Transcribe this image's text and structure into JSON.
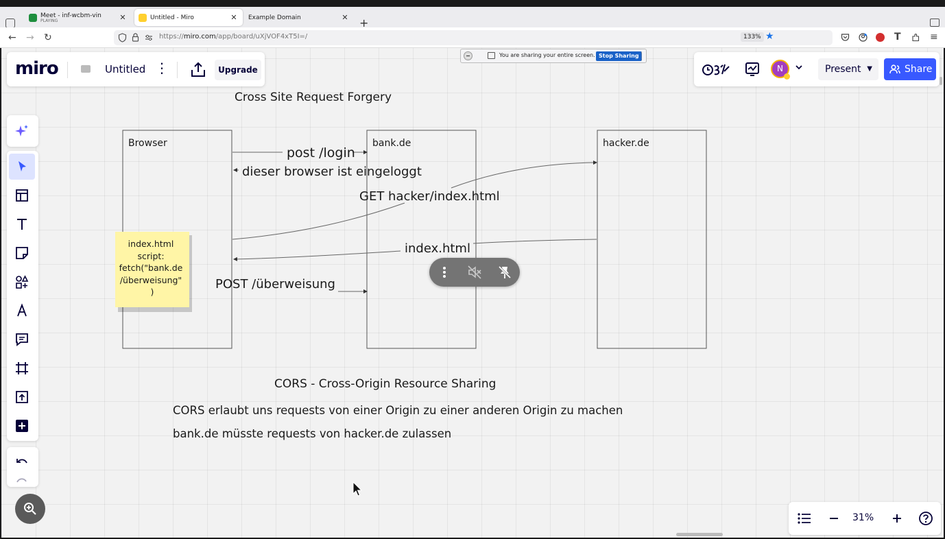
{
  "browser": {
    "tabs": [
      {
        "title": "Meet - inf-wcbm-vin",
        "subtitle": "PLAYING",
        "active": false,
        "icon_color": "#1e8e3e"
      },
      {
        "title": "Untitled - Miro",
        "subtitle": "",
        "active": true,
        "icon_color": "#ffd02f"
      },
      {
        "title": "Example Domain",
        "subtitle": "",
        "active": false,
        "icon_color": ""
      }
    ],
    "new_tab_label": "+",
    "url_prefix": "https://",
    "url_host": "miro.com",
    "url_path": "/app/board/uXjVOF4xT5I=/",
    "zoom": "133%"
  },
  "screen_share": {
    "message": "You are sharing your entire screen.",
    "stop_label": "Stop Sharing"
  },
  "miro": {
    "logo": "miro",
    "board_title": "Untitled",
    "upgrade_label": "Upgrade",
    "avatar_initial": "N",
    "present_label": "Present",
    "share_label": "Share",
    "zoom_level": "31%",
    "tools": [
      "select",
      "templates",
      "text",
      "sticky-note",
      "shapes",
      "pen",
      "comment",
      "frame",
      "upload",
      "more"
    ],
    "active_tool": "select"
  },
  "board": {
    "title_csrf": "Cross Site Request Forgery",
    "boxes": {
      "browser": "Browser",
      "bank": "bank.de",
      "hacker": "hacker.de"
    },
    "arrows": {
      "post_login": "post /login",
      "logged_in": "dieser browser ist eingeloggt",
      "get_hacker": "GET hacker/index.html",
      "index_html": "index.html",
      "post_transfer": "POST /überweisung"
    },
    "sticky": {
      "lines": [
        "index.html",
        "script:",
        "fetch(\"bank.de",
        "/überweisung\"",
        ")"
      ],
      "color": "#fff5a6"
    },
    "cors_title": "CORS - Cross-Origin Resource Sharing",
    "cors_line1": "CORS erlaubt uns requests von einer Origin zu einer anderen Origin zu machen",
    "cors_line2": "bank.de müsste requests von hacker.de zulassen"
  },
  "colors": {
    "miro_blue": "#3859ff",
    "avatar": "#a23dbe",
    "canvas_bg": "#f2f2f2"
  }
}
